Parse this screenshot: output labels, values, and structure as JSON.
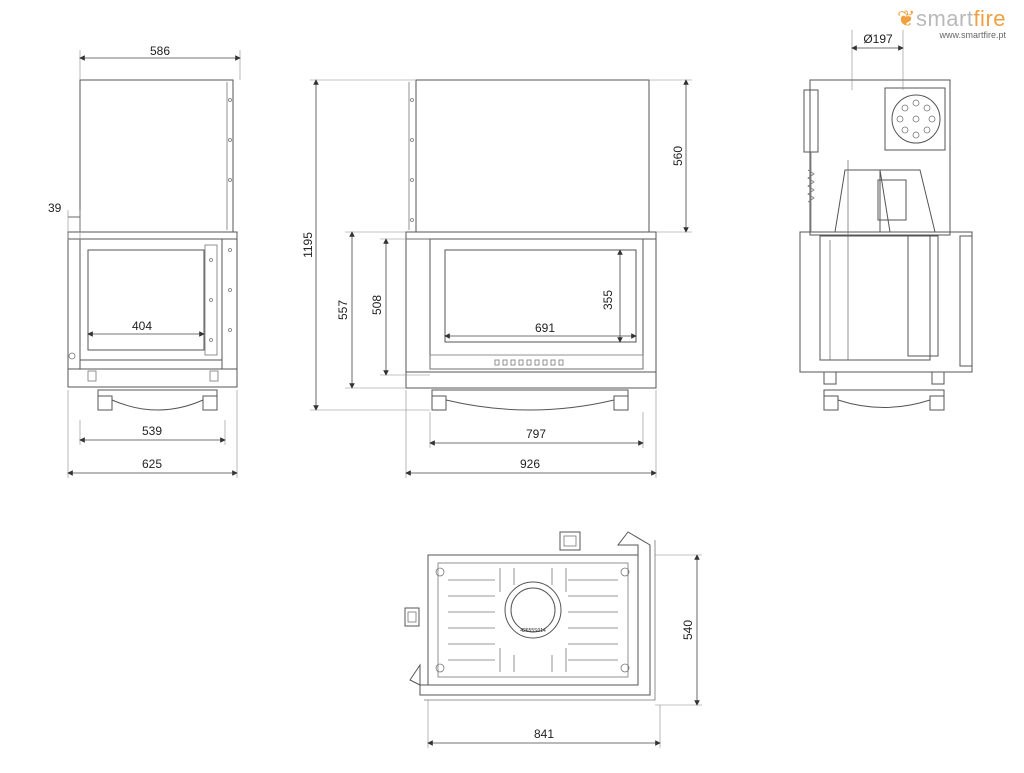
{
  "brand": {
    "name_part1": "smart",
    "name_part2": "fire",
    "url": "www.smartfire.pt"
  },
  "dims": {
    "front_top_width": "586",
    "front_offset": "39",
    "front_glass_width": "404",
    "front_base_width": "539",
    "front_total_width": "625",
    "side_height_total": "1195",
    "side_height_557": "557",
    "side_height_508": "508",
    "side_flue_height": "560",
    "side_glass_height": "355",
    "side_glass_width": "691",
    "side_base_width": "797",
    "side_total_width": "926",
    "flue_diameter": "Ø197",
    "top_depth": "540",
    "top_width": "841",
    "plate_code": "42655S014"
  }
}
